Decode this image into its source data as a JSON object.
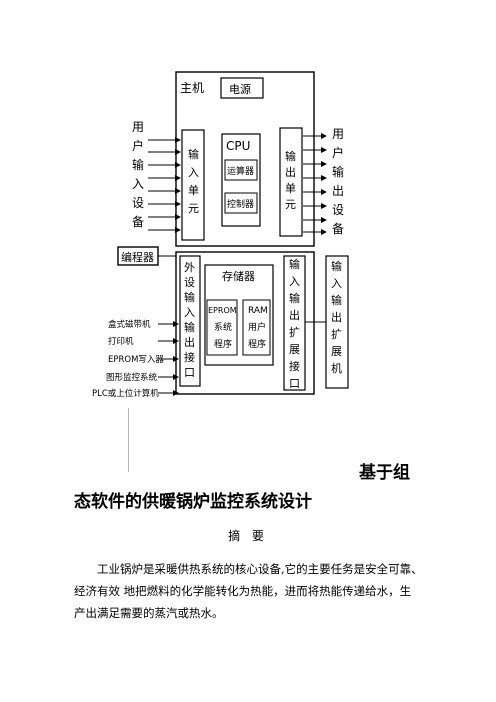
{
  "diagram": {
    "host_label": "主机",
    "power_label": "电源",
    "cpu_label": "CPU",
    "alu_label": "运算器",
    "controller_label": "控制器",
    "input_unit_label": "输入单元",
    "output_unit_label": "输出单元",
    "user_input_devices_label": "用户输入设备",
    "user_output_devices_label": "用户输出设备",
    "programmer_label": "编程器",
    "external_io_label": "外设输入输出接口",
    "memory_label": "存储器",
    "eprom_label": "EPROM",
    "eprom_sub": "系统程序",
    "ram_label": "RAM",
    "ram_sub": "用户程序",
    "expansion_interface_label": "输入输出扩展接口",
    "expansion_unit_label": "输入输出扩展机",
    "peripherals": [
      "盒式磁带机",
      "打印机",
      "EPROM写入器",
      "图形监控系统",
      "PLC或上位计算机"
    ]
  },
  "document": {
    "title_part1": "基于组",
    "title_part2": "态软件的供暖锅炉监控系统设计",
    "abstract_heading": "摘 要",
    "paragraph_lines": [
      "工业锅炉是采暖供热系统的核心设备,它的主要任务是安全可靠、",
      "经济有效 地把燃料的化学能转化为热能，进而将热能传递给水，生",
      "产出满足需要的蒸汽或热水。"
    ]
  }
}
